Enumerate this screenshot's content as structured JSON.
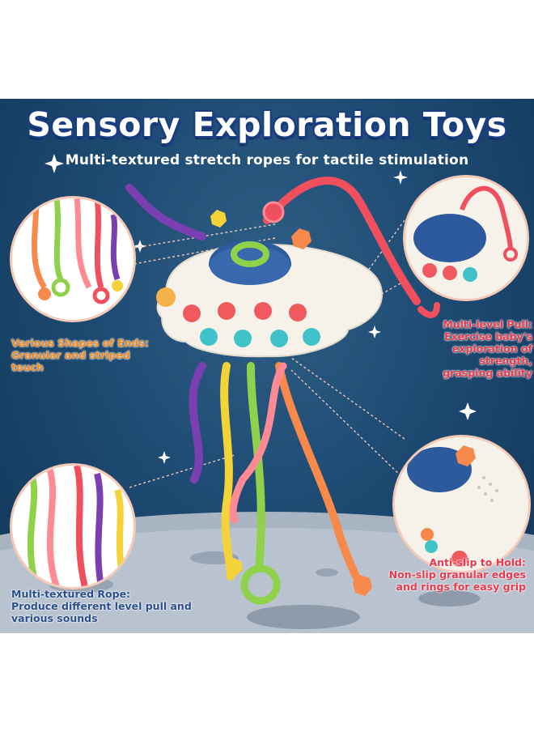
{
  "title": "Sensory Exploration Toys",
  "subtitle": "Multi-textured stretch ropes for tactile stimulation",
  "callouts": {
    "shapes_of_ends": {
      "heading": "Various Shapes of Ends:",
      "body": "Granular and striped touch"
    },
    "multi_level_pull": {
      "heading": "Multi-level Pull:",
      "line1": "Exercise baby's",
      "line2": "exploration of strength,",
      "line3": "grasping ability"
    },
    "anti_slip": {
      "heading": "Anti-slip to Hold:",
      "line1": "Non-slip granular edges",
      "line2": "and rings for easy grip"
    },
    "textured_rope": {
      "heading": "Multi-textured Rope:",
      "line1": "Produce different level  pull and",
      "line2": "various sounds"
    }
  },
  "colors": {
    "background": "#1e4b73",
    "orange_text": "#f08a1e",
    "red_text": "#e83a4c",
    "blue_text": "#2a4f8f"
  }
}
